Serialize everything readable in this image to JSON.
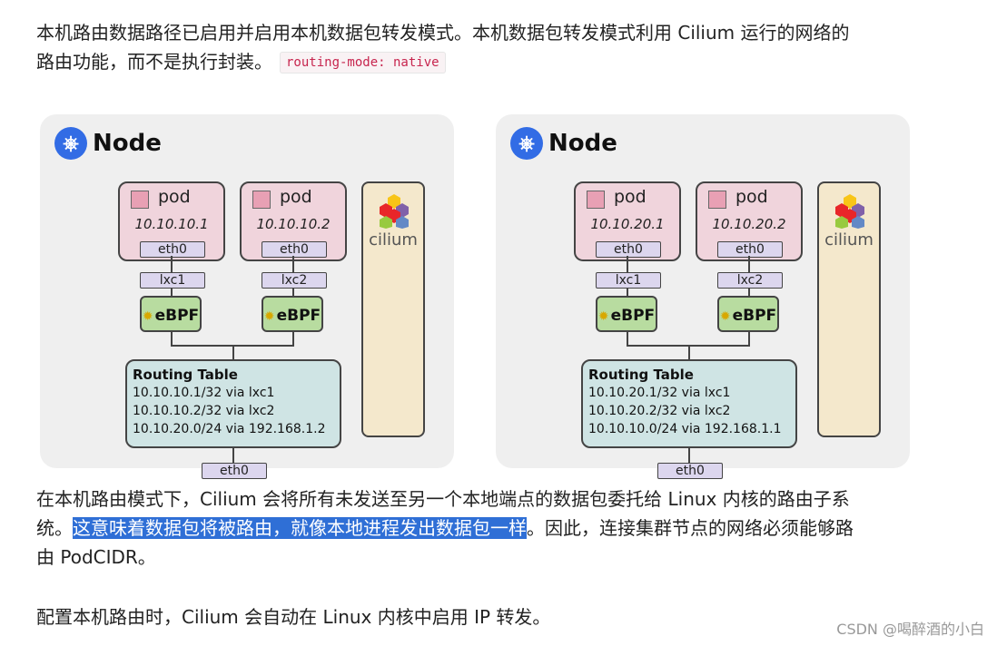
{
  "intro": {
    "line1": "本机路由数据路径已启用并启用本机数据包转发模式。本机数据包转发模式利用 Cilium 运行的网络的",
    "line2": "路由功能，而不是执行封装。",
    "code": "routing-mode: native"
  },
  "nodes": [
    {
      "title": "Node",
      "pods": [
        {
          "label": "pod",
          "ip": "10.10.10.1",
          "eth": "eth0",
          "lxc": "lxc1"
        },
        {
          "label": "pod",
          "ip": "10.10.10.2",
          "eth": "eth0",
          "lxc": "lxc2"
        }
      ],
      "ebpf": "eBPF",
      "routing": {
        "title": "Routing Table",
        "rows": [
          "10.10.10.1/32 via lxc1",
          "10.10.10.2/32 via lxc2",
          "10.10.20.0/24 via 192.168.1.2"
        ]
      },
      "cilium": "cilium",
      "eth_out": "eth0"
    },
    {
      "title": "Node",
      "pods": [
        {
          "label": "pod",
          "ip": "10.10.20.1",
          "eth": "eth0",
          "lxc": "lxc1"
        },
        {
          "label": "pod",
          "ip": "10.10.20.2",
          "eth": "eth0",
          "lxc": "lxc2"
        }
      ],
      "ebpf": "eBPF",
      "routing": {
        "title": "Routing Table",
        "rows": [
          "10.10.20.1/32 via lxc1",
          "10.10.20.2/32 via lxc2",
          "10.10.10.0/24 via 192.168.1.1"
        ]
      },
      "cilium": "cilium",
      "eth_out": "eth0"
    }
  ],
  "body": {
    "p1_a": "在本机路由模式下，Cilium 会将所有未发送至另一个本地端点的数据包委托给 Linux 内核的路由子系",
    "p1_b": "统。",
    "p1_highlight": "这意味着数据包将被路由，就像本地进程发出数据包一样",
    "p1_c": "。因此，连接集群节点的网络必须能够路",
    "p1_d": "由 PodCIDR。",
    "p2": "配置本机路由时，Cilium 会自动在 Linux 内核中启用 IP 转发。"
  },
  "watermark": "CSDN @喝醉酒的小白",
  "colors": {
    "highlight": "#2f6fd6",
    "code_text": "#c7254e",
    "k8s_blue": "#326ce5"
  }
}
